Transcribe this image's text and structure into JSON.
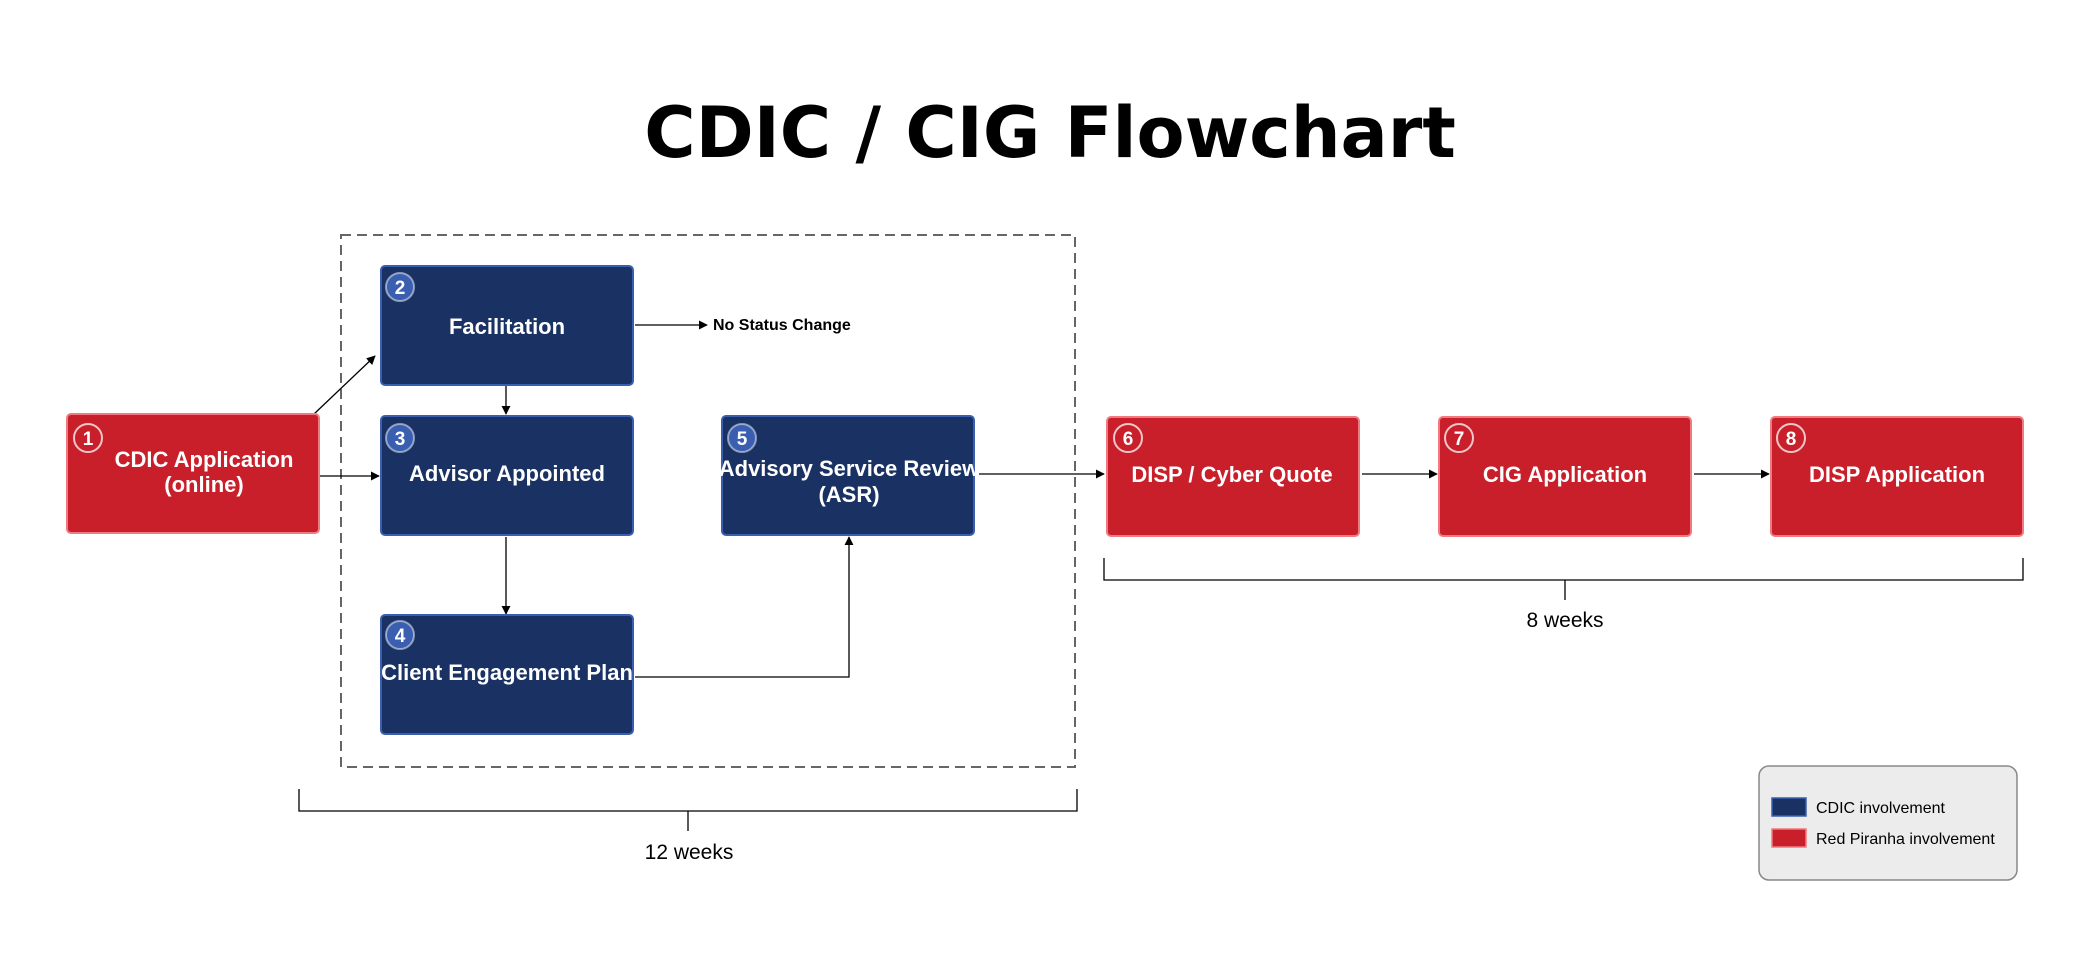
{
  "title": "CDIC / CIG Flowchart",
  "colors": {
    "cdic": "#1a3263",
    "cdic_border": "#3a5fb0",
    "red_piranha": "#c81f2a",
    "red_piranha_border": "#f07a80",
    "dashed_border": "#666666",
    "legend_bg": "#ececec",
    "legend_border": "#888888"
  },
  "nodes": [
    {
      "id": "n1",
      "number": "1",
      "lines": [
        "CDIC Application",
        "(online)"
      ],
      "party": "red_piranha"
    },
    {
      "id": "n2",
      "number": "2",
      "lines": [
        "Facilitation"
      ],
      "party": "cdic"
    },
    {
      "id": "n3",
      "number": "3",
      "lines": [
        "Advisor Appointed"
      ],
      "party": "cdic"
    },
    {
      "id": "n4",
      "number": "4",
      "lines": [
        "Client Engagement Plan"
      ],
      "party": "cdic"
    },
    {
      "id": "n5",
      "number": "5",
      "lines": [
        "Advisory Service Review",
        "(ASR)"
      ],
      "party": "cdic"
    },
    {
      "id": "n6",
      "number": "6",
      "lines": [
        "DISP / Cyber Quote"
      ],
      "party": "red_piranha"
    },
    {
      "id": "n7",
      "number": "7",
      "lines": [
        "CIG Application"
      ],
      "party": "red_piranha"
    },
    {
      "id": "n8",
      "number": "8",
      "lines": [
        "DISP Application"
      ],
      "party": "red_piranha"
    }
  ],
  "edges": [
    {
      "from": "n1",
      "to": "n2"
    },
    {
      "from": "n1",
      "to": "n3"
    },
    {
      "from": "n2",
      "to": "n3"
    },
    {
      "from": "n2",
      "to": "no_status_change"
    },
    {
      "from": "n3",
      "to": "n4"
    },
    {
      "from": "n4",
      "to": "n5"
    },
    {
      "from": "n5",
      "to": "n6"
    },
    {
      "from": "n6",
      "to": "n7"
    },
    {
      "from": "n7",
      "to": "n8"
    }
  ],
  "side_note": "No Status Change",
  "durations": {
    "cdic_phase": "12 weeks",
    "red_piranha_phase": "8 weeks"
  },
  "legend": [
    {
      "label": "CDIC involvement",
      "party": "cdic"
    },
    {
      "label": "Red Piranha involvement",
      "party": "red_piranha"
    }
  ]
}
